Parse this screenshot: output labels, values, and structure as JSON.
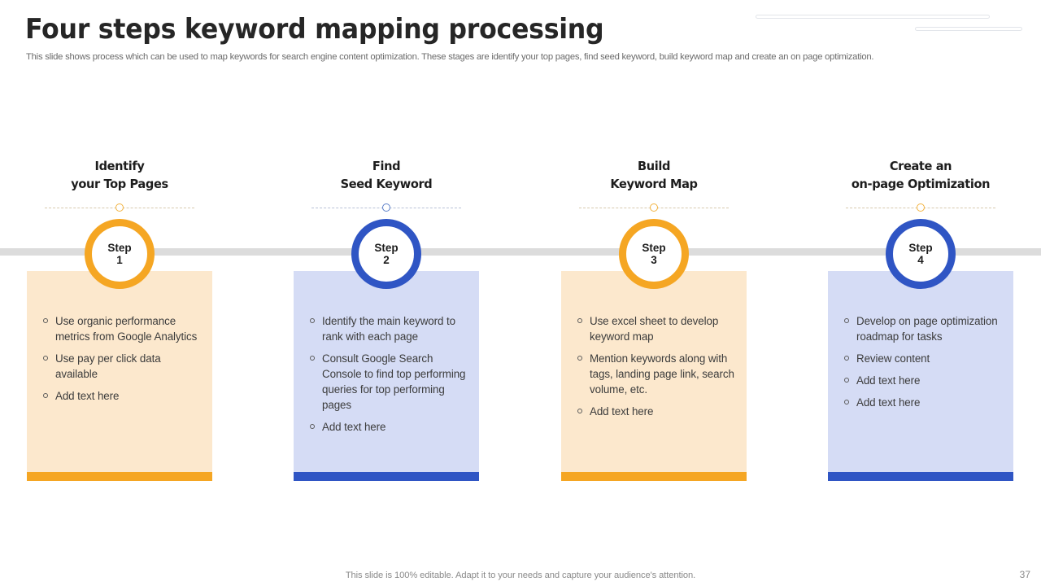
{
  "slide": {
    "title": "Four steps keyword mapping processing",
    "subtitle": "This slide shows process which can be used to map keywords for search engine content optimization. These stages are identify your top pages, find seed keyword, build keyword map and create an on page optimization.",
    "footer_note": "This slide is 100% editable. Adapt it to your needs and capture your audience's attention.",
    "page_number": "37"
  },
  "theme": {
    "orange": "#f5a623",
    "blue": "#2f55c4",
    "orange_card": "#fce8cd",
    "blue_card": "#d5dcf5",
    "band_gray": "#dcdcdc",
    "title_color": "#262626"
  },
  "columns": [
    {
      "heading_line1": "Identify",
      "heading_line2": "your Top Pages",
      "step_label": "Step",
      "step_number": "1",
      "accent": "orange",
      "bullets": [
        "Use organic performance metrics from Google Analytics",
        "Use pay per click data available",
        "Add text here"
      ]
    },
    {
      "heading_line1": "Find",
      "heading_line2": "Seed Keyword",
      "step_label": "Step",
      "step_number": "2",
      "accent": "blue",
      "bullets": [
        "Identify the main keyword to rank with each page",
        "Consult Google Search Console to find top performing queries for top performing pages",
        "Add text here"
      ]
    },
    {
      "heading_line1": "Build",
      "heading_line2": "Keyword Map",
      "step_label": "Step",
      "step_number": "3",
      "accent": "orange",
      "bullets": [
        "Use excel sheet to develop keyword map",
        "Mention keywords along with tags, landing page link, search volume, etc.",
        "Add text here"
      ]
    },
    {
      "heading_line1": "Create an",
      "heading_line2": "on-page Optimization",
      "step_label": "Step",
      "step_number": "4",
      "accent": "blue",
      "bullets": [
        "Develop on page optimization roadmap for tasks",
        "Review content",
        "Add text here",
        "Add text here"
      ]
    }
  ]
}
